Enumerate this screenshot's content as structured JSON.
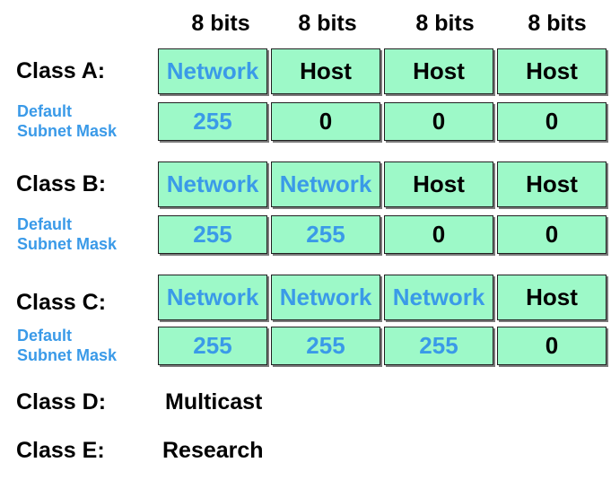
{
  "header": {
    "bits": [
      "8 bits",
      "8 bits",
      "8 bits",
      "8 bits"
    ]
  },
  "mask_label": {
    "line1": "Default",
    "line2": "Subnet Mask"
  },
  "classes": [
    {
      "label": "Class A:",
      "octets": [
        "Network",
        "Host",
        "Host",
        "Host"
      ],
      "mask": [
        "255",
        "0",
        "0",
        "0"
      ]
    },
    {
      "label": "Class B:",
      "octets": [
        "Network",
        "Network",
        "Host",
        "Host"
      ],
      "mask": [
        "255",
        "255",
        "0",
        "0"
      ]
    },
    {
      "label": "Class C:",
      "octets": [
        "Network",
        "Network",
        "Network",
        "Host"
      ],
      "mask": [
        "255",
        "255",
        "255",
        "0"
      ]
    },
    {
      "label": "Class D:",
      "value": "Multicast"
    },
    {
      "label": "Class E:",
      "value": "Research"
    }
  ],
  "colors": {
    "cell_fill": "#9df9c8",
    "network_text": "#3a9ae8",
    "host_text": "#000000",
    "mask_label_text": "#3a9ae8"
  }
}
